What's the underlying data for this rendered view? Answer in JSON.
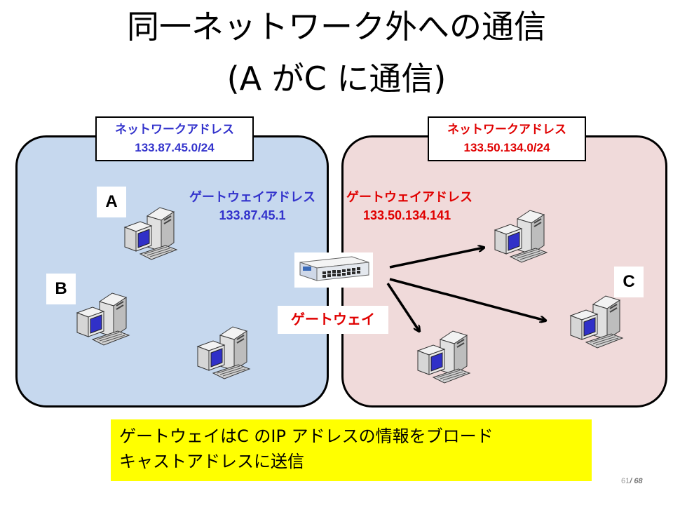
{
  "slide": {
    "title_line1": "同一ネットワーク外への通信",
    "title_line2": "(A がC に通信)"
  },
  "left_network": {
    "address_label": "ネットワークアドレス",
    "address_value": "133.87.45.0/24",
    "gateway_label": "ゲートウェイアドレス",
    "gateway_value": "133.87.45.1",
    "color": "#3333cc",
    "fill": "#c6d8ee"
  },
  "right_network": {
    "address_label": "ネットワークアドレス",
    "address_value": "133.50.134.0/24",
    "gateway_label": "ゲートウェイアドレス",
    "gateway_value": "133.50.134.141",
    "color": "#e00000",
    "fill": "#f0dada"
  },
  "nodes": {
    "a": "A",
    "b": "B",
    "c": "C"
  },
  "gateway": {
    "name": "ゲートウェイ",
    "icon": "network-switch-icon"
  },
  "computer_icon": "desktop-computer-icon",
  "note": {
    "line1": "ゲートウェイはC のIP アドレスの情報をブロード",
    "line2": "キャストアドレスに送信",
    "background": "#ffff00"
  },
  "page": {
    "current": "61",
    "total": "/ 68"
  }
}
